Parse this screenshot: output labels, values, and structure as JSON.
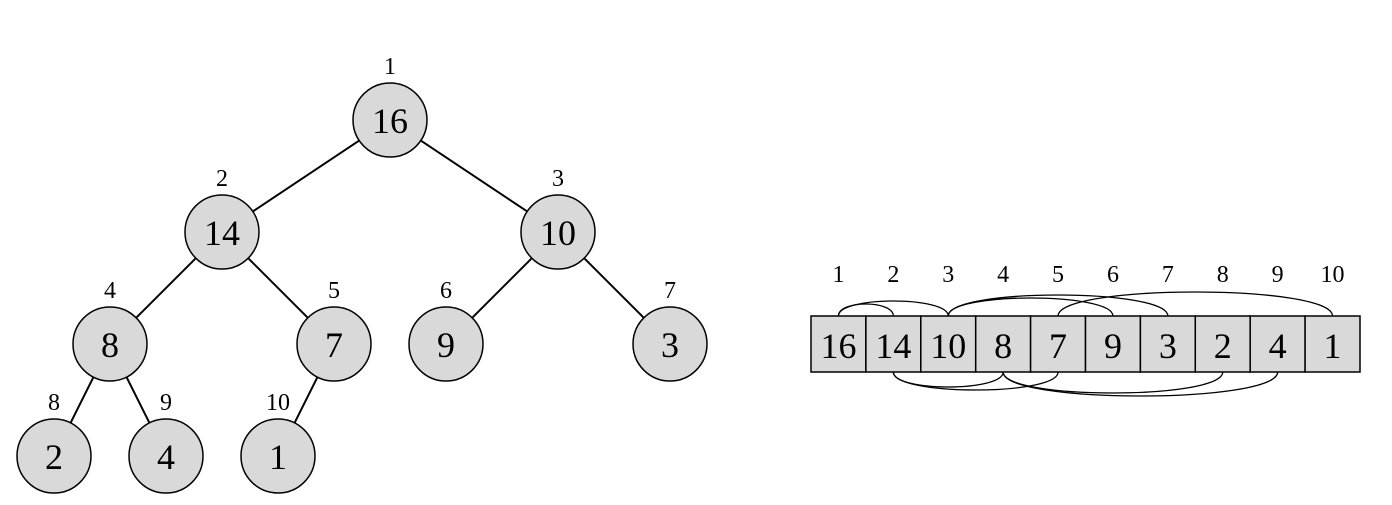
{
  "heap": {
    "values": [
      "16",
      "14",
      "10",
      "8",
      "7",
      "9",
      "3",
      "2",
      "4",
      "1"
    ],
    "indices": [
      "1",
      "2",
      "3",
      "4",
      "5",
      "6",
      "7",
      "8",
      "9",
      "10"
    ]
  },
  "colors": {
    "node_fill": "#d9d9d9",
    "stroke": "#000000"
  },
  "array_arcs": {
    "above": [
      [
        1,
        2
      ],
      [
        1,
        3
      ],
      [
        3,
        6
      ],
      [
        3,
        7
      ],
      [
        5,
        10
      ]
    ],
    "below": [
      [
        2,
        4
      ],
      [
        2,
        5
      ],
      [
        4,
        8
      ],
      [
        4,
        9
      ]
    ]
  }
}
